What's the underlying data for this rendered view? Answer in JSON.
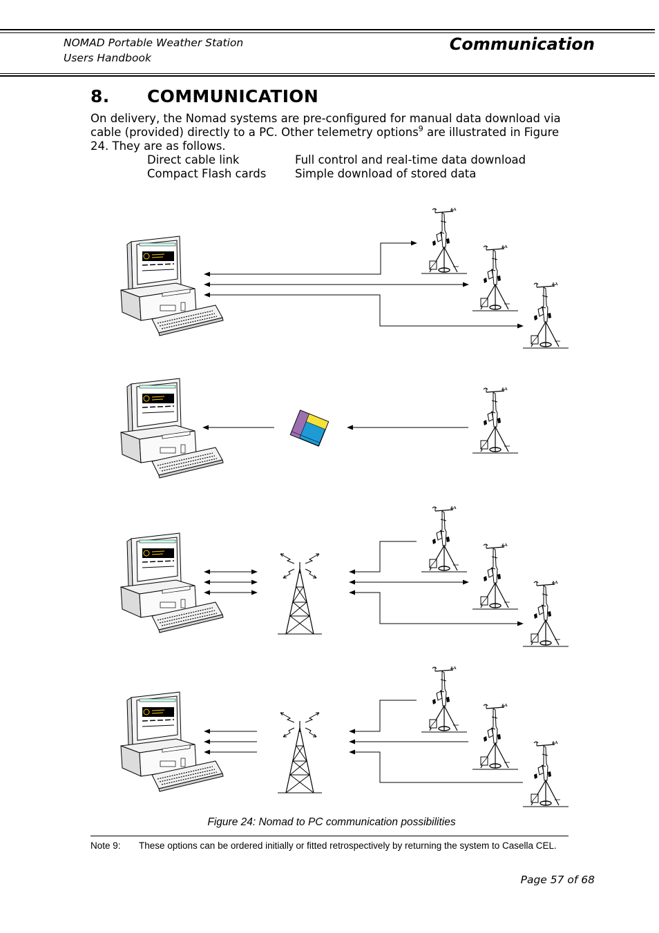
{
  "header": {
    "doc_title": "NOMAD Portable Weather Station",
    "doc_subtitle": "Users Handbook",
    "section_title": "Communication"
  },
  "section": {
    "number": "8.",
    "title": "COMMUNICATION"
  },
  "intro": {
    "text_before_footnote": "On delivery, the Nomad systems are pre-configured for manual data download via cable (provided) directly to a PC. Other telemetry options",
    "footnote_ref": "9",
    "text_after_footnote": " are illustrated in Figure 24. They are as follows."
  },
  "options": [
    {
      "name": "Direct cable link",
      "description": "Full control and real-time data download"
    },
    {
      "name": "Compact Flash cards",
      "description": "Simple download of stored data"
    }
  ],
  "figure": {
    "caption": "Figure 24: Nomad to PC communication possibilities"
  },
  "footnote": {
    "label": "Note 9:",
    "text": "These options can be ordered initially or fitted retrospectively by returning the system to Casella CEL."
  },
  "footer": {
    "page": "Page 57 of 68"
  }
}
